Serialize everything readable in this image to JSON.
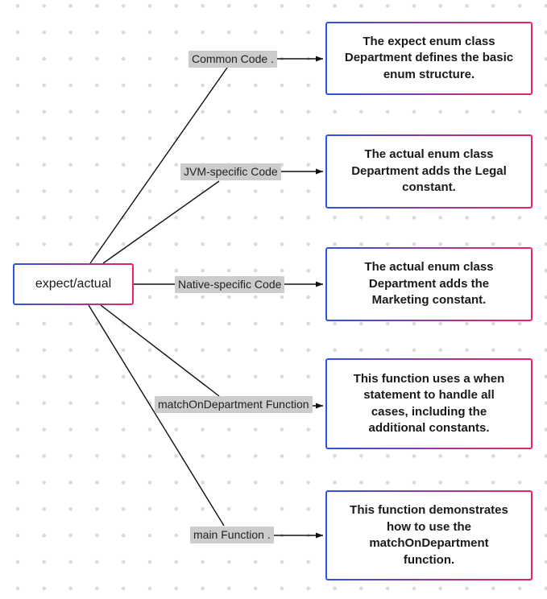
{
  "diagram": {
    "root": {
      "label": "expect/actual"
    },
    "branches": [
      {
        "label": "Common Code .",
        "description": "The expect enum class\nDepartment defines the basic\nenum structure."
      },
      {
        "label": "JVM-specific Code",
        "description": "The actual enum class\nDepartment adds the Legal\nconstant."
      },
      {
        "label": "Native-specific Code",
        "description": "The actual enum class\nDepartment adds the\nMarketing constant."
      },
      {
        "label": "matchOnDepartment Function",
        "description": "This function uses a when\nstatement to handle all\ncases, including the\nadditional constants."
      },
      {
        "label": "main Function .",
        "description": "This function demonstrates\nhow to use the\nmatchOnDepartment\nfunction."
      }
    ],
    "colors": {
      "border_gradient_start": "#2b54e7",
      "border_gradient_end": "#f0235a",
      "label_background": "#cccccc",
      "edge": "#111111",
      "dot_grid": "#d9d9d9"
    }
  }
}
